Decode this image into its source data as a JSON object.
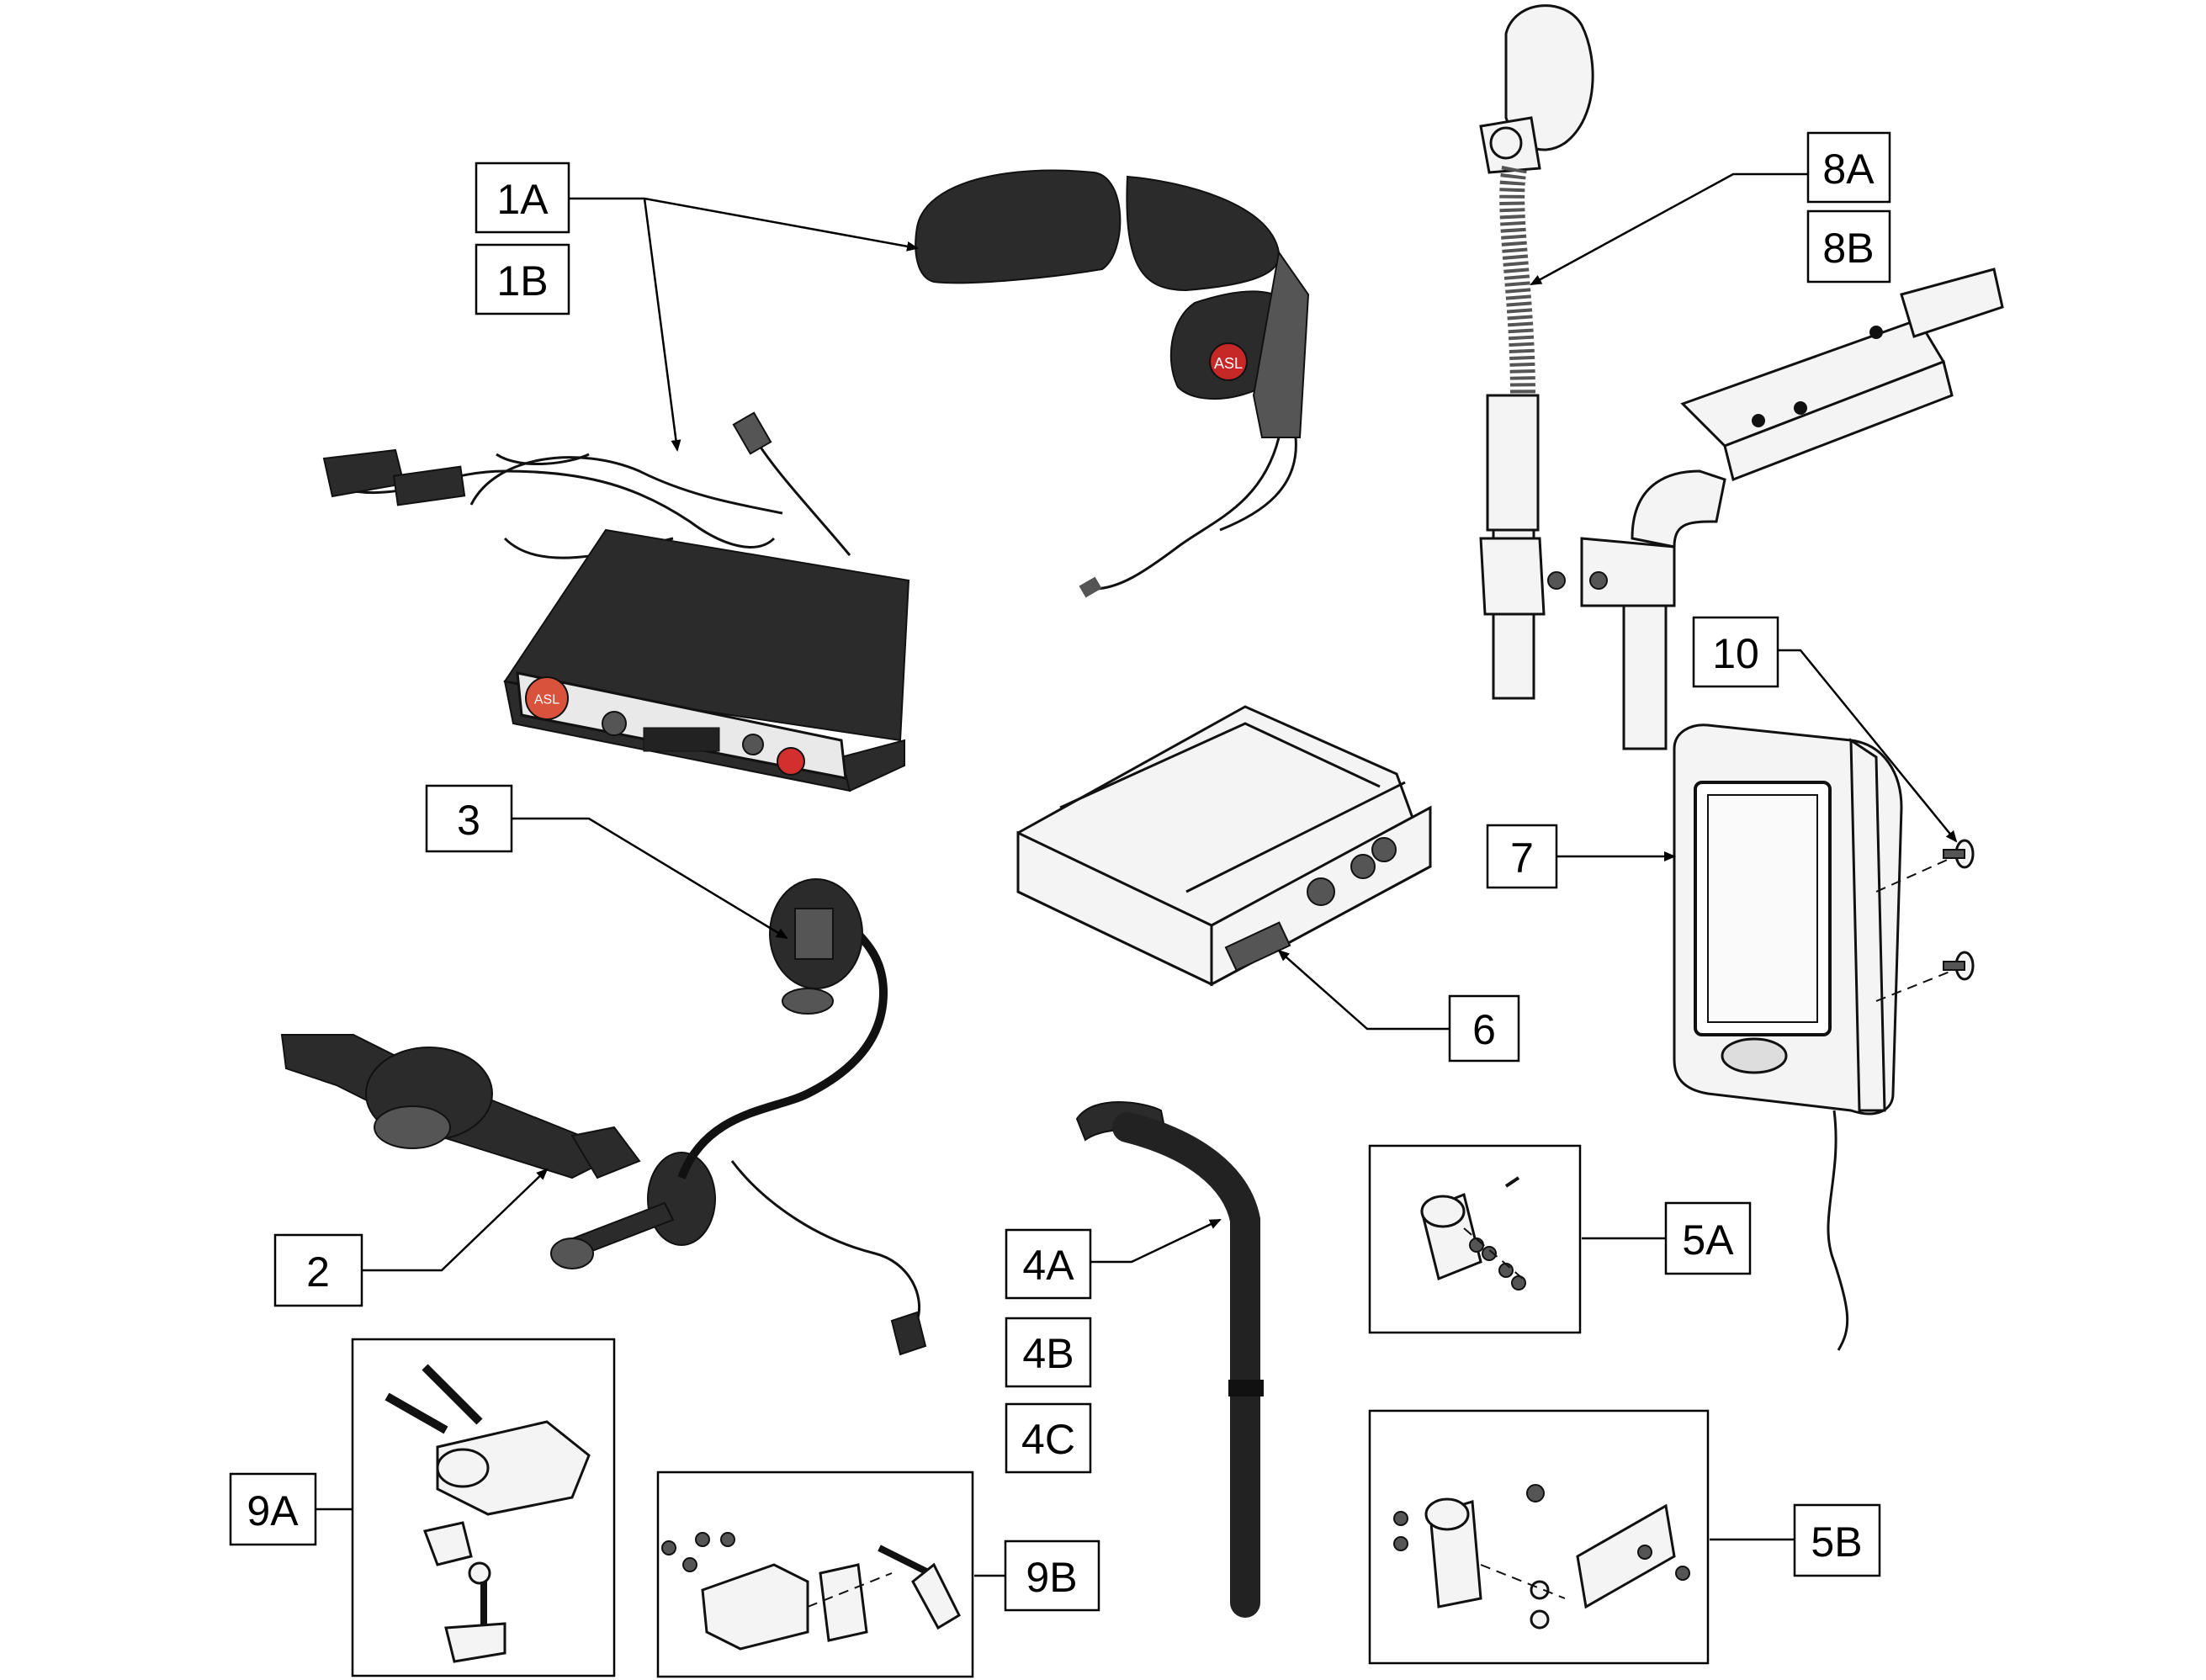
{
  "callouts": [
    {
      "id": "1A",
      "label": "1A"
    },
    {
      "id": "1B",
      "label": "1B"
    },
    {
      "id": "2",
      "label": "2"
    },
    {
      "id": "3",
      "label": "3"
    },
    {
      "id": "4A",
      "label": "4A"
    },
    {
      "id": "4B",
      "label": "4B"
    },
    {
      "id": "4C",
      "label": "4C"
    },
    {
      "id": "5A",
      "label": "5A"
    },
    {
      "id": "5B",
      "label": "5B"
    },
    {
      "id": "6",
      "label": "6"
    },
    {
      "id": "7",
      "label": "7"
    },
    {
      "id": "8A",
      "label": "8A"
    },
    {
      "id": "8B",
      "label": "8B"
    },
    {
      "id": "9A",
      "label": "9A"
    },
    {
      "id": "9B",
      "label": "9B"
    },
    {
      "id": "10",
      "label": "10"
    }
  ],
  "control_box": {
    "logo_text": "ASL"
  },
  "headrest": {
    "logo_text": "ASL"
  }
}
